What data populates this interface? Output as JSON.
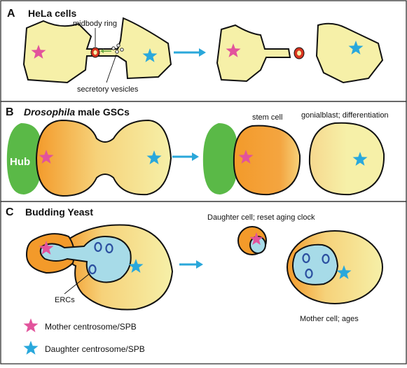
{
  "colors": {
    "cell_yellow": "#f6f0a8",
    "cell_orange": "#f39a2a",
    "hub_green": "#5ab947",
    "vacuole_blue": "#a7dbe8",
    "arrow_blue": "#2aa7da",
    "mother_star": "#e2539c",
    "daughter_star": "#29a8dc",
    "ring_red": "#d8341f",
    "vesicle_arrow": "#6aa845",
    "erc_blue": "#2b4fa0"
  },
  "panels": {
    "a": {
      "letter": "A",
      "title": "HeLa cells",
      "midbody_label": "midbody ring",
      "vesicles_label": "secretory vesicles"
    },
    "b": {
      "letter": "B",
      "title_italic": "Drosophila",
      "title_rest": " male GSCs",
      "hub_label": "Hub",
      "stem_label": "stem cell",
      "gonial_label": "gonialblast; differentiation"
    },
    "c": {
      "letter": "C",
      "title": "Budding Yeast",
      "ercs_label": "ERCs",
      "daughter_label": "Daughter cell; reset aging clock",
      "mother_label": "Mother cell; ages"
    }
  },
  "legend": {
    "mother": "Mother centrosome/SPB",
    "daughter": "Daughter centrosome/SPB"
  }
}
